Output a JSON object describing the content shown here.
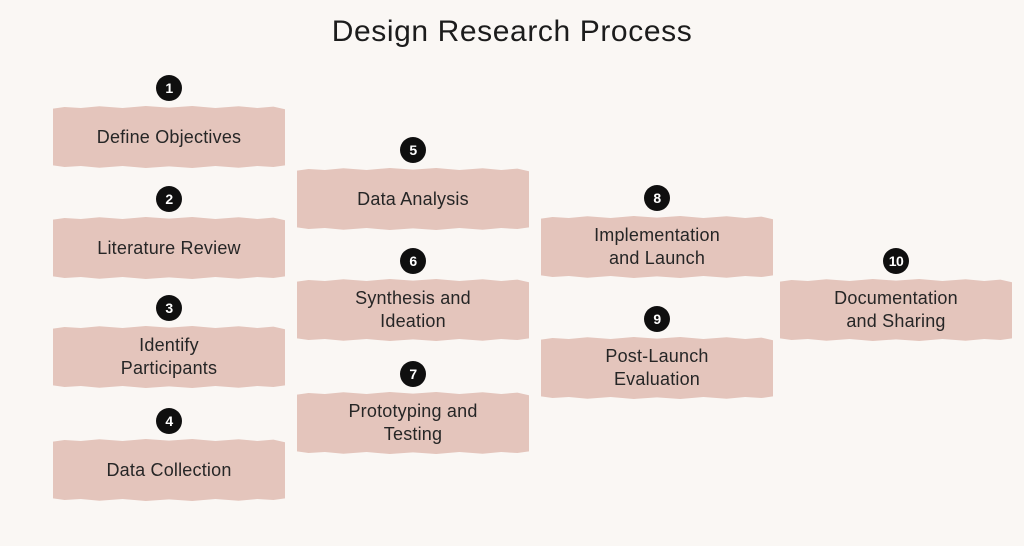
{
  "title": "Design Research Process",
  "colors": {
    "background": "#FAF7F4",
    "box": "#E4C5BC",
    "badge": "#0F0F0F",
    "badge_number": "#FFFFFF",
    "text": "#262626",
    "title": "#1C1C1C"
  },
  "steps": [
    {
      "number": "1",
      "label": "Define Objectives"
    },
    {
      "number": "2",
      "label": "Literature Review"
    },
    {
      "number": "3",
      "label": "Identify\nParticipants"
    },
    {
      "number": "4",
      "label": "Data Collection"
    },
    {
      "number": "5",
      "label": "Data Analysis"
    },
    {
      "number": "6",
      "label": "Synthesis and\nIdeation"
    },
    {
      "number": "7",
      "label": "Prototyping and\nTesting"
    },
    {
      "number": "8",
      "label": "Implementation\nand Launch"
    },
    {
      "number": "9",
      "label": "Post-Launch\nEvaluation"
    },
    {
      "number": "10",
      "label": "Documentation\nand Sharing"
    }
  ]
}
